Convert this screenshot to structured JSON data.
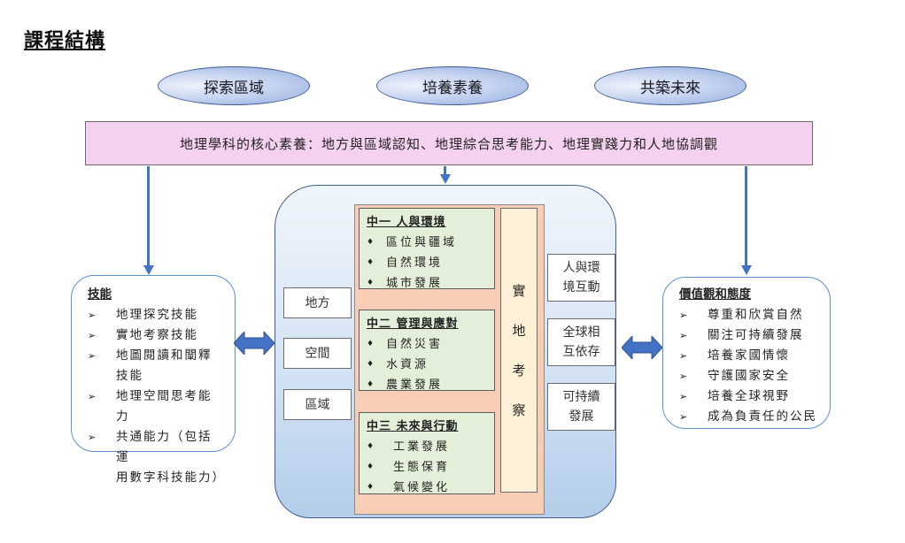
{
  "title": "課程結構",
  "ellipses": [
    "探索區域",
    "培養素養",
    "共築未來"
  ],
  "core_competency": "地理學科的核心素養：地方與區域認知、地理綜合思考能力、地理實踐力和人地協調觀",
  "skills": {
    "heading": "技能",
    "items": [
      "地理探究技能",
      "實地考察技能",
      "地圖閱讀和闡釋技能",
      "地理空間思考能力",
      "共通能力（包括運用數字科技能力）"
    ],
    "item_lines": [
      [
        "地理探究技能"
      ],
      [
        "實地考察技能"
      ],
      [
        "地圖閱讀和闡釋",
        "技能"
      ],
      [
        "地理空間思考能力"
      ],
      [
        "共通能力（包括運",
        "用數字科技能力）"
      ]
    ]
  },
  "values": {
    "heading": "價值觀和態度",
    "items": [
      "尊重和欣賞自然",
      "關注可持續發展",
      "培養家國情懷",
      "守護國家安全",
      "培養全球視野",
      "成為負責任的公民"
    ]
  },
  "concepts_left": [
    "地方",
    "空間",
    "區域"
  ],
  "concepts_right": [
    [
      "人與環",
      "境互動"
    ],
    [
      "全球相",
      "互依存"
    ],
    [
      "可持續",
      "發展"
    ]
  ],
  "topics": [
    {
      "heading": "中一  人與環境",
      "items": [
        "區位與疆域",
        "自然環境",
        "城市發展"
      ]
    },
    {
      "heading": "中二  管理與應對",
      "items": [
        "自然災害",
        "水資源",
        "農業發展"
      ]
    },
    {
      "heading": "中三  未來與行動",
      "items": [
        "工業發展",
        "生態保育",
        "氣候變化"
      ]
    }
  ],
  "fieldwork": [
    "實",
    "地",
    "考",
    "察"
  ],
  "markers": {
    "arrow_bullet": "➢",
    "diamond_bullet": "♦"
  }
}
